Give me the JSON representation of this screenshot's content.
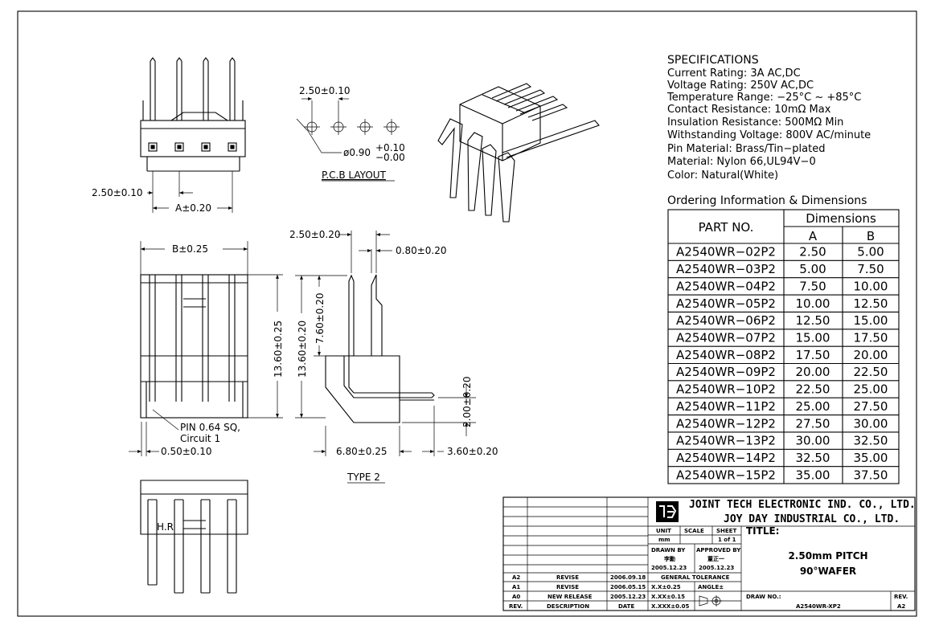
{
  "views": {
    "top": {
      "dim_pitch": "2.50±0.10",
      "dim_a": "A±0.20"
    },
    "pcb": {
      "dim_pitch": "2.50±0.10",
      "hole_dia": "ø0.90",
      "hole_tol_plus": "+0.10",
      "hole_tol_minus": "−0.00",
      "caption": "P.C.B  LAYOUT"
    },
    "front": {
      "dim_b": "B±0.25",
      "dim_height": "13.60±0.25",
      "pin_note_1": "PIN  0.64  SQ,",
      "pin_note_2": "Circuit  1",
      "dim_offset": "0.50±0.10"
    },
    "side": {
      "dim_pitch": "2.50±0.20",
      "dim_pin": "0.80±0.20",
      "dim_height": "13.60±0.20",
      "dim_upper": "7.60±0.20",
      "dim_low": "2.00±0.20",
      "dim_depth": "6.80±0.25",
      "dim_tail": "3.60±0.20",
      "caption": "TYPE  2"
    },
    "bottom": {
      "label": "H.R"
    }
  },
  "specifications": {
    "title": "SPECIFICATIONS",
    "lines": [
      "Current  Rating:  3A  AC,DC",
      "Voltage  Rating:  250V  AC,DC",
      "Temperature  Range:  −25°C  ~  +85°C",
      "Contact  Resistance:  10mΩ  Max",
      "Insulation  Resistance:  500MΩ  Min",
      "Withstanding  Voltage:  800V  AC/minute",
      "Pin  Material:  Brass/Tin−plated",
      "Material:  Nylon  66,UL94V−0",
      "Color:  Natural(White)"
    ]
  },
  "ordering": {
    "title": "Ordering  Information  &  Dimensions",
    "col_part": "PART  NO.",
    "col_dims": "Dimensions",
    "col_a": "A",
    "col_b": "B",
    "rows": [
      {
        "part": "A2540WR−02P2",
        "a": "2.50",
        "b": "5.00"
      },
      {
        "part": "A2540WR−03P2",
        "a": "5.00",
        "b": "7.50"
      },
      {
        "part": "A2540WR−04P2",
        "a": "7.50",
        "b": "10.00"
      },
      {
        "part": "A2540WR−05P2",
        "a": "10.00",
        "b": "12.50"
      },
      {
        "part": "A2540WR−06P2",
        "a": "12.50",
        "b": "15.00"
      },
      {
        "part": "A2540WR−07P2",
        "a": "15.00",
        "b": "17.50"
      },
      {
        "part": "A2540WR−08P2",
        "a": "17.50",
        "b": "20.00"
      },
      {
        "part": "A2540WR−09P2",
        "a": "20.00",
        "b": "22.50"
      },
      {
        "part": "A2540WR−10P2",
        "a": "22.50",
        "b": "25.00"
      },
      {
        "part": "A2540WR−11P2",
        "a": "25.00",
        "b": "27.50"
      },
      {
        "part": "A2540WR−12P2",
        "a": "27.50",
        "b": "30.00"
      },
      {
        "part": "A2540WR−13P2",
        "a": "30.00",
        "b": "32.50"
      },
      {
        "part": "A2540WR−14P2",
        "a": "32.50",
        "b": "35.00"
      },
      {
        "part": "A2540WR−15P2",
        "a": "35.00",
        "b": "37.50"
      }
    ]
  },
  "title_block": {
    "company_1": "JOINT TECH ELECTRONIC IND. CO., LTD.",
    "company_2": "JOY DAY INDUSTRIAL CO., LTD.",
    "unit_label": "UNIT",
    "unit_value": "mm",
    "scale_label": "SCALE",
    "sheet_label": "SHEET",
    "sheet_value": "1 of 1",
    "title_label": "TITLE:",
    "title_1": "2.50mm PITCH",
    "title_2": "90°WAFER",
    "drawn_label": "DRAWN BY",
    "drawn_name": "李勳",
    "drawn_date": "2005.12.23",
    "approved_label": "APPROVED BY",
    "approved_name": "董正一",
    "approved_date": "2005.12.23",
    "tol_label": "GENERAL TOLERANCE",
    "tol_1": "X.X±0.25",
    "tol_2": "X.XX±0.15",
    "tol_3": "X.XXX±0.05",
    "angle_label": "ANGLE±",
    "drawno_label": "DRAW NO.:",
    "drawno_value": "A2540WR-XP2",
    "rev_label": "REV.",
    "rev_value": "A2",
    "revisions": [
      {
        "rev": "A2",
        "desc": "REVISE",
        "date": "2006.09.18"
      },
      {
        "rev": "A1",
        "desc": "REVISE",
        "date": "2006.05.15"
      },
      {
        "rev": "A0",
        "desc": "NEW RELEASE",
        "date": "2005.12.23"
      }
    ],
    "hdr_rev": "REV.",
    "hdr_desc": "DESCRIPTION",
    "hdr_date": "DATE"
  }
}
